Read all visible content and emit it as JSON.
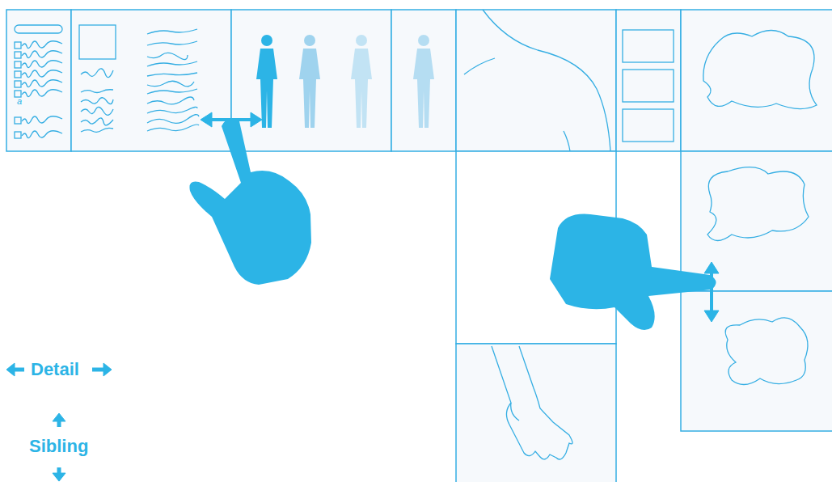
{
  "diagram": {
    "labels": [
      "a"
    ],
    "legend": [
      {
        "text": "Detail"
      },
      {
        "text": "Sibling"
      }
    ]
  }
}
